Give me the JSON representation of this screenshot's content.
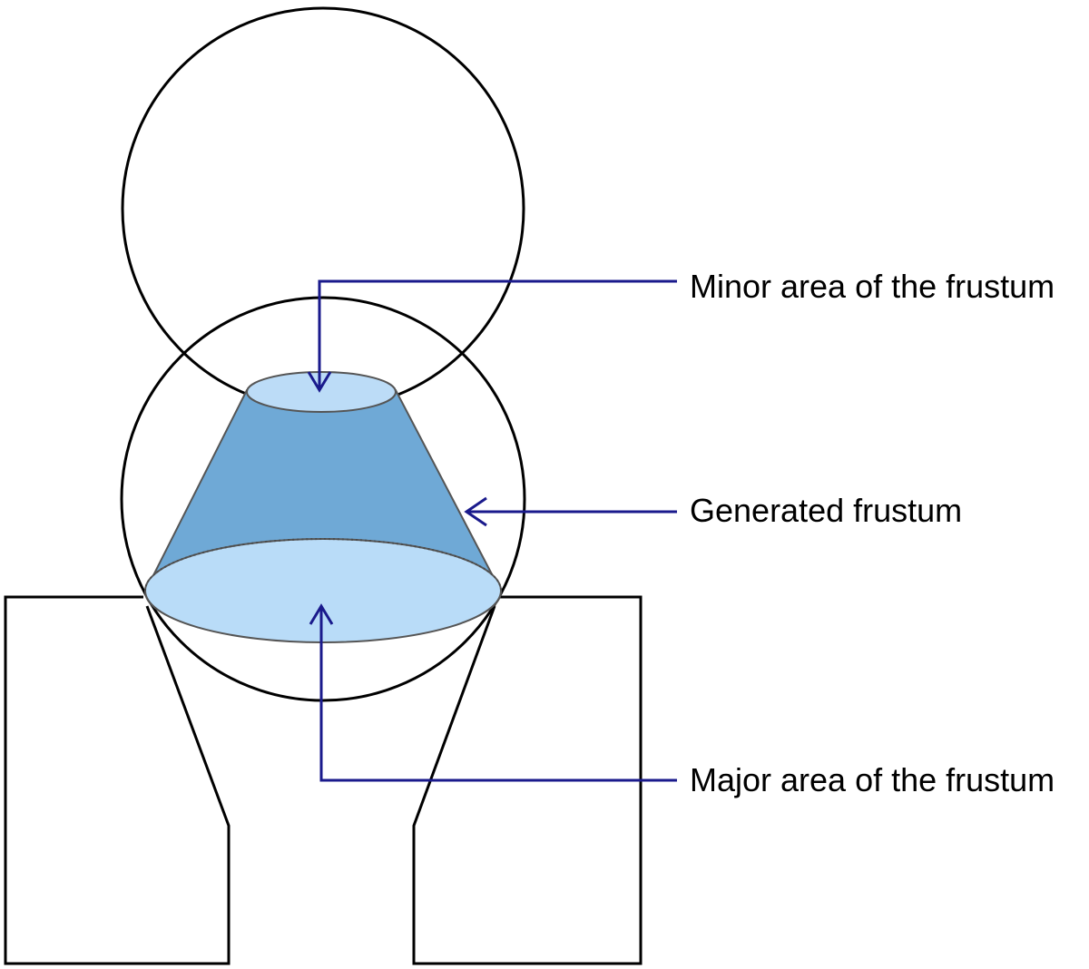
{
  "labels": {
    "minor_area": "Minor area of the frustum",
    "generated_frustum": "Generated frustum",
    "major_area": "Major area of the frustum"
  },
  "colors": {
    "frustum_side": "#6fa9d6",
    "frustum_top": "#bcdcf7",
    "frustum_base": "#b9dcf8",
    "leader_lines": "#1a1a8c",
    "outline": "#000000"
  }
}
